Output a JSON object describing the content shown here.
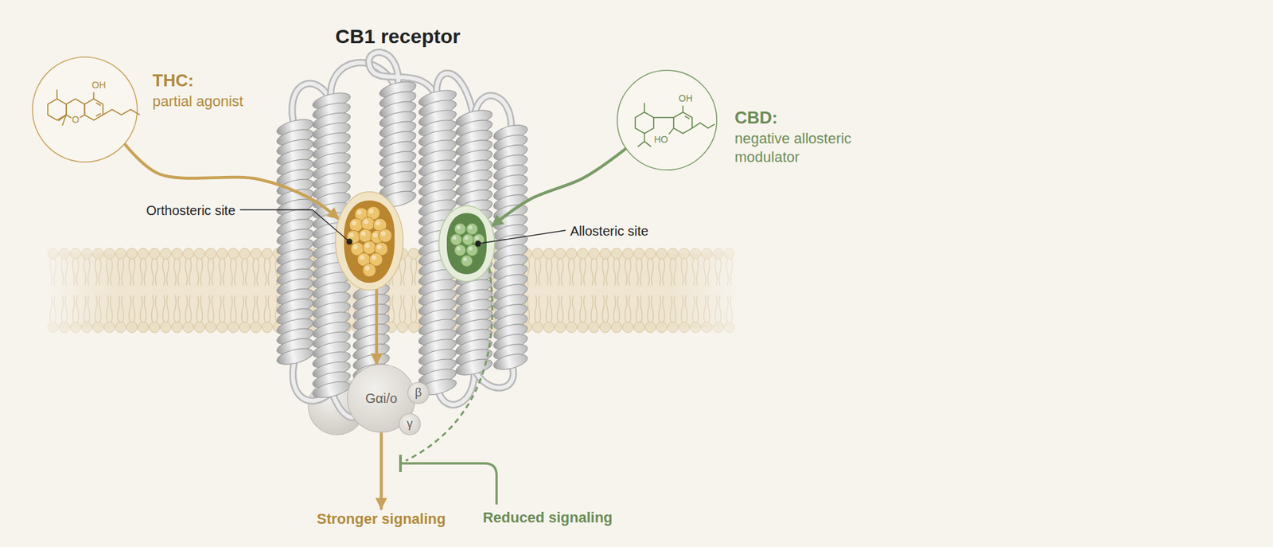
{
  "diagram": {
    "title": "CB1 receptor",
    "nodes": [
      {
        "text": [
          "THC:",
          "partial agonist"
        ]
      },
      {
        "text": [
          "CBD:",
          "negative allosteric modulator"
        ]
      },
      {
        "text": [
          "Orthosteric site"
        ]
      },
      {
        "text": [
          "Allosteric site"
        ]
      },
      {
        "text": [
          "Gαi/o"
        ]
      },
      {
        "text": [
          "β"
        ]
      },
      {
        "text": [
          "γ"
        ]
      },
      {
        "text": [
          "Stronger signaling"
        ]
      }
    ],
    "edges": [
      {
        "from": 0,
        "to": 2,
        "arrow": "to"
      },
      {
        "from": 1,
        "to": 3,
        "arrow": "to"
      },
      {
        "from": 2,
        "to": 4,
        "arrow": "to"
      },
      {
        "from": 4,
        "to": 7,
        "arrow": "to"
      }
    ],
    "labels": [
      "OH",
      "O",
      "OH",
      "HO",
      "Reduced signaling"
    ]
  }
}
